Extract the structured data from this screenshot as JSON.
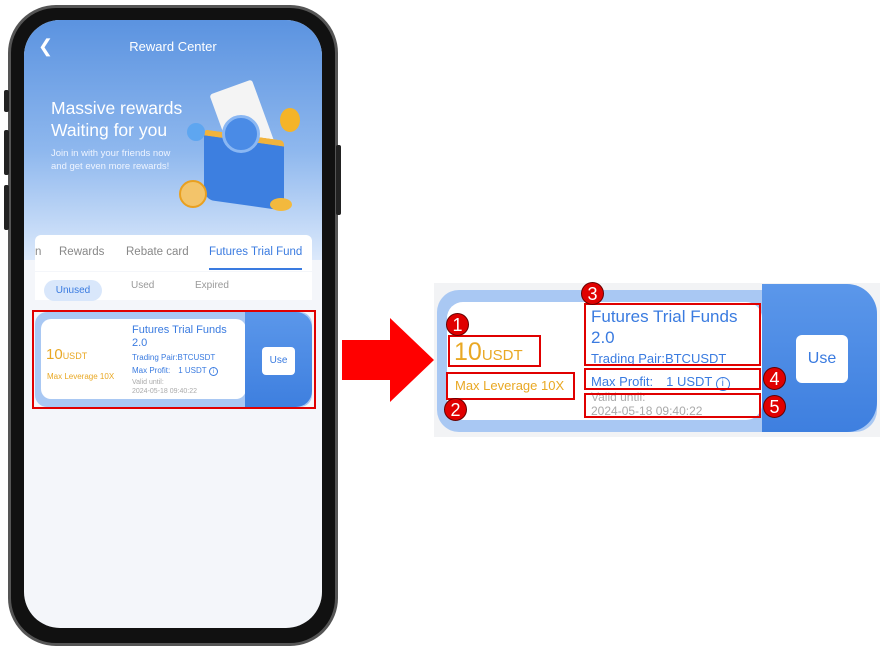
{
  "header": {
    "back_icon": "chevron-left-icon",
    "title": "Reward Center"
  },
  "banner": {
    "headline_1": "Massive rewards",
    "headline_2": "Waiting for you",
    "sub_1": "Join in with your friends now",
    "sub_2": "and get even more rewards!"
  },
  "tabs": [
    {
      "label": "n"
    },
    {
      "label": "Rewards"
    },
    {
      "label": "Rebate card"
    },
    {
      "label": "Futures Trial Fund",
      "active": true
    }
  ],
  "subtabs": [
    {
      "label": "Unused",
      "active": true
    },
    {
      "label": "Used"
    },
    {
      "label": "Expired"
    }
  ],
  "card": {
    "amount": "10",
    "unit": "USDT",
    "leverage": "Max Leverage 10X",
    "name_1": "Futures Trial Funds",
    "name_2": "2.0",
    "pair": "Trading Pair:BTCUSDT",
    "profit": "Max Profit:　1 USDT",
    "valid_label": "Valid until:",
    "valid_date": "2024-05-18 09:40:22",
    "use": "Use"
  },
  "callouts": [
    "1",
    "2",
    "3",
    "4",
    "5"
  ],
  "colors": {
    "accent": "#3a7be0",
    "gold": "#e9a824",
    "highlight": "#e00000"
  }
}
